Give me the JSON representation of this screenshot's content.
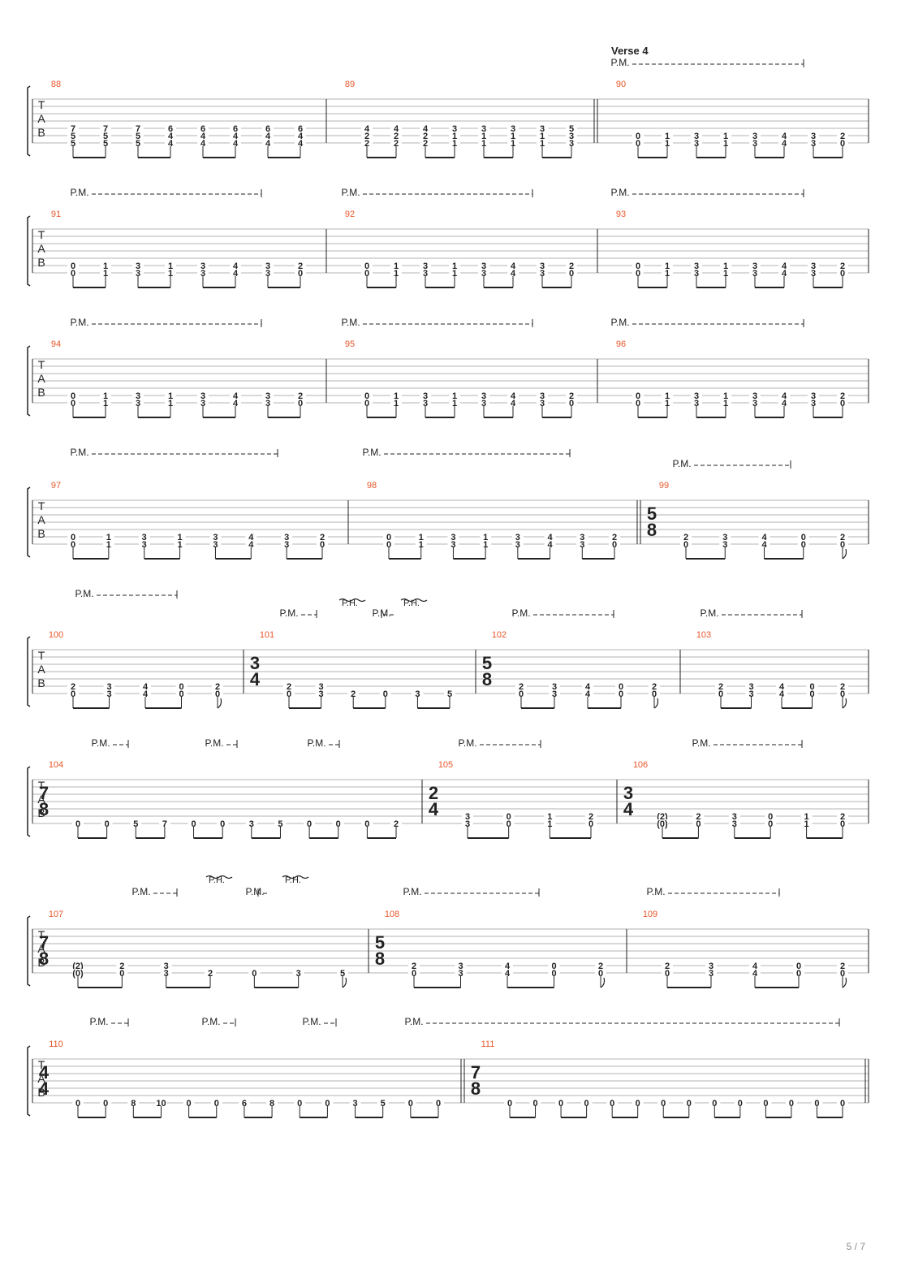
{
  "page": {
    "number_label": "5 / 7"
  },
  "colors": {
    "bar_number": "#e8562a",
    "ink": "#222222",
    "staff_line": "#9a9a9a"
  },
  "tab_clef": [
    "T",
    "A",
    "B"
  ],
  "section_label": "Verse 4",
  "systems": [
    {
      "measures": [
        {
          "number": "88",
          "pm": false,
          "ts": null,
          "double_left": false,
          "notes": [
            [
              "7",
              "5",
              "5"
            ],
            [
              "7",
              "5",
              "5"
            ],
            [
              "7",
              "5",
              "5"
            ],
            [
              "6",
              "4",
              "4"
            ],
            [
              "6",
              "4",
              "4"
            ],
            [
              "6",
              "4",
              "4"
            ],
            [
              "6",
              "4",
              "4"
            ],
            [
              "6",
              "4",
              "4"
            ]
          ]
        },
        {
          "number": "89",
          "pm": false,
          "ts": null,
          "double_left": false,
          "notes": [
            [
              "4",
              "2",
              "2"
            ],
            [
              "4",
              "2",
              "2"
            ],
            [
              "4",
              "2",
              "2"
            ],
            [
              "3",
              "1",
              "1"
            ],
            [
              "3",
              "1",
              "1"
            ],
            [
              "3",
              "1",
              "1"
            ],
            [
              "3",
              "1",
              "1"
            ],
            [
              "5",
              "3",
              "3"
            ]
          ]
        },
        {
          "number": "90",
          "pm": true,
          "ts": null,
          "double_left": true,
          "section": true,
          "notes": [
            [
              "0",
              "0"
            ],
            [
              "1",
              "1"
            ],
            [
              "3",
              "3"
            ],
            [
              "1",
              "1"
            ],
            [
              "3",
              "3"
            ],
            [
              "4",
              "4"
            ],
            [
              "3",
              "3"
            ],
            [
              "2",
              "0"
            ]
          ]
        }
      ]
    },
    {
      "measures": [
        {
          "number": "91",
          "pm": true,
          "notes": [
            [
              "0",
              "0"
            ],
            [
              "1",
              "1"
            ],
            [
              "3",
              "3"
            ],
            [
              "1",
              "1"
            ],
            [
              "3",
              "3"
            ],
            [
              "4",
              "4"
            ],
            [
              "3",
              "3"
            ],
            [
              "2",
              "0"
            ]
          ]
        },
        {
          "number": "92",
          "pm": true,
          "notes": [
            [
              "0",
              "0"
            ],
            [
              "1",
              "1"
            ],
            [
              "3",
              "3"
            ],
            [
              "1",
              "1"
            ],
            [
              "3",
              "3"
            ],
            [
              "4",
              "4"
            ],
            [
              "3",
              "3"
            ],
            [
              "2",
              "0"
            ]
          ]
        },
        {
          "number": "93",
          "pm": true,
          "notes": [
            [
              "0",
              "0"
            ],
            [
              "1",
              "1"
            ],
            [
              "3",
              "3"
            ],
            [
              "1",
              "1"
            ],
            [
              "3",
              "3"
            ],
            [
              "4",
              "4"
            ],
            [
              "3",
              "3"
            ],
            [
              "2",
              "0"
            ]
          ]
        }
      ]
    },
    {
      "measures": [
        {
          "number": "94",
          "pm": true,
          "notes": [
            [
              "0",
              "0"
            ],
            [
              "1",
              "1"
            ],
            [
              "3",
              "3"
            ],
            [
              "1",
              "1"
            ],
            [
              "3",
              "3"
            ],
            [
              "4",
              "4"
            ],
            [
              "3",
              "3"
            ],
            [
              "2",
              "0"
            ]
          ]
        },
        {
          "number": "95",
          "pm": true,
          "notes": [
            [
              "0",
              "0"
            ],
            [
              "1",
              "1"
            ],
            [
              "3",
              "3"
            ],
            [
              "1",
              "1"
            ],
            [
              "3",
              "3"
            ],
            [
              "4",
              "4"
            ],
            [
              "3",
              "3"
            ],
            [
              "2",
              "0"
            ]
          ]
        },
        {
          "number": "96",
          "pm": true,
          "notes": [
            [
              "0",
              "0"
            ],
            [
              "1",
              "1"
            ],
            [
              "3",
              "3"
            ],
            [
              "1",
              "1"
            ],
            [
              "3",
              "3"
            ],
            [
              "4",
              "4"
            ],
            [
              "3",
              "3"
            ],
            [
              "2",
              "0"
            ]
          ]
        }
      ]
    },
    {
      "measures": [
        {
          "number": "97",
          "pm": true,
          "notes": [
            [
              "0",
              "0"
            ],
            [
              "1",
              "1"
            ],
            [
              "3",
              "3"
            ],
            [
              "1",
              "1"
            ],
            [
              "3",
              "3"
            ],
            [
              "4",
              "4"
            ],
            [
              "3",
              "3"
            ],
            [
              "2",
              "0"
            ]
          ]
        },
        {
          "number": "98",
          "pm": true,
          "notes": [
            [
              "0",
              "0"
            ],
            [
              "1",
              "1"
            ],
            [
              "3",
              "3"
            ],
            [
              "1",
              "1"
            ],
            [
              "3",
              "3"
            ],
            [
              "4",
              "4"
            ],
            [
              "3",
              "3"
            ],
            [
              "2",
              "0"
            ]
          ]
        },
        {
          "number": "99",
          "pm": true,
          "ts": [
            "5",
            "8"
          ],
          "double_left": true,
          "notes": [
            [
              "2",
              "0"
            ],
            [
              "3",
              "3"
            ],
            [
              "4",
              "4"
            ],
            [
              "0",
              "0"
            ],
            [
              "2",
              "0"
            ]
          ]
        }
      ]
    },
    {
      "measures": [
        {
          "number": "100",
          "pm": true,
          "notes": [
            [
              "2",
              "0"
            ],
            [
              "3",
              "3"
            ],
            [
              "4",
              "4"
            ],
            [
              "0",
              "0"
            ],
            [
              "2",
              "0"
            ]
          ]
        },
        {
          "number": "101",
          "pm": true,
          "ph": true,
          "ts": [
            "3",
            "4"
          ],
          "notes": [
            [
              "2",
              "0"
            ],
            [
              "3",
              "3"
            ],
            [
              "2"
            ],
            [
              "0"
            ],
            [
              "3"
            ],
            [
              "5"
            ]
          ]
        },
        {
          "number": "102",
          "pm": true,
          "ts": [
            "5",
            "8"
          ],
          "notes": [
            [
              "2",
              "0"
            ],
            [
              "3",
              "3"
            ],
            [
              "4",
              "4"
            ],
            [
              "0",
              "0"
            ],
            [
              "2",
              "0"
            ]
          ]
        },
        {
          "number": "103",
          "pm": true,
          "notes": [
            [
              "2",
              "0"
            ],
            [
              "3",
              "3"
            ],
            [
              "4",
              "4"
            ],
            [
              "0",
              "0"
            ],
            [
              "2",
              "0"
            ]
          ]
        }
      ]
    },
    {
      "measures": [
        {
          "number": "104",
          "pm": true,
          "ts": [
            "7",
            "8"
          ],
          "notes": [
            [
              "0"
            ],
            [
              "0"
            ],
            [
              "5"
            ],
            [
              "7"
            ],
            [
              "0"
            ],
            [
              "0"
            ],
            [
              "3"
            ],
            [
              "5"
            ],
            [
              "0"
            ],
            [
              "0"
            ],
            [
              "0"
            ],
            [
              "2"
            ]
          ]
        },
        {
          "number": "105",
          "pm": true,
          "ts": [
            "2",
            "4"
          ],
          "notes": [
            [
              "3",
              "3"
            ],
            [
              "0",
              "0"
            ],
            [
              "1",
              "1"
            ],
            [
              "2",
              "0"
            ]
          ]
        },
        {
          "number": "106",
          "pm": true,
          "ts": [
            "3",
            "4"
          ],
          "notes": [
            [
              "(2)",
              "(0)"
            ],
            [
              "2",
              "0"
            ],
            [
              "3",
              "3"
            ],
            [
              "0",
              "0"
            ],
            [
              "1",
              "1"
            ],
            [
              "2",
              "0"
            ]
          ]
        }
      ]
    },
    {
      "measures": [
        {
          "number": "107",
          "pm": true,
          "ph": true,
          "ts": [
            "7",
            "8"
          ],
          "notes": [
            [
              "(2)",
              "(0)"
            ],
            [
              "2",
              "0"
            ],
            [
              "3",
              "3"
            ],
            [
              "2"
            ],
            [
              "0"
            ],
            [
              "3"
            ],
            [
              "5"
            ]
          ]
        },
        {
          "number": "108",
          "pm": true,
          "ts": [
            "5",
            "8"
          ],
          "notes": [
            [
              "2",
              "0"
            ],
            [
              "3",
              "3"
            ],
            [
              "4",
              "4"
            ],
            [
              "0",
              "0"
            ],
            [
              "2",
              "0"
            ]
          ]
        },
        {
          "number": "109",
          "pm": true,
          "notes": [
            [
              "2",
              "0"
            ],
            [
              "3",
              "3"
            ],
            [
              "4",
              "4"
            ],
            [
              "0",
              "0"
            ],
            [
              "2",
              "0"
            ]
          ]
        }
      ]
    },
    {
      "measures": [
        {
          "number": "110",
          "pm": true,
          "ts": [
            "4",
            "4"
          ],
          "notes": [
            [
              "0"
            ],
            [
              "0"
            ],
            [
              "8"
            ],
            [
              "10"
            ],
            [
              "0"
            ],
            [
              "0"
            ],
            [
              "6"
            ],
            [
              "8"
            ],
            [
              "0"
            ],
            [
              "0"
            ],
            [
              "3"
            ],
            [
              "5"
            ],
            [
              "0"
            ],
            [
              "0"
            ]
          ]
        },
        {
          "number": "111",
          "pm": true,
          "ts": [
            "7",
            "8"
          ],
          "double_left": true,
          "final": true,
          "notes": [
            [
              "0"
            ],
            [
              "0"
            ],
            [
              "0"
            ],
            [
              "0"
            ],
            [
              "0"
            ],
            [
              "0"
            ],
            [
              "0"
            ],
            [
              "0"
            ],
            [
              "0"
            ],
            [
              "0"
            ],
            [
              "0"
            ],
            [
              "0"
            ],
            [
              "0"
            ],
            [
              "0"
            ]
          ]
        }
      ]
    }
  ],
  "markings": {
    "pm": "P.M.",
    "ph": "P.H."
  }
}
